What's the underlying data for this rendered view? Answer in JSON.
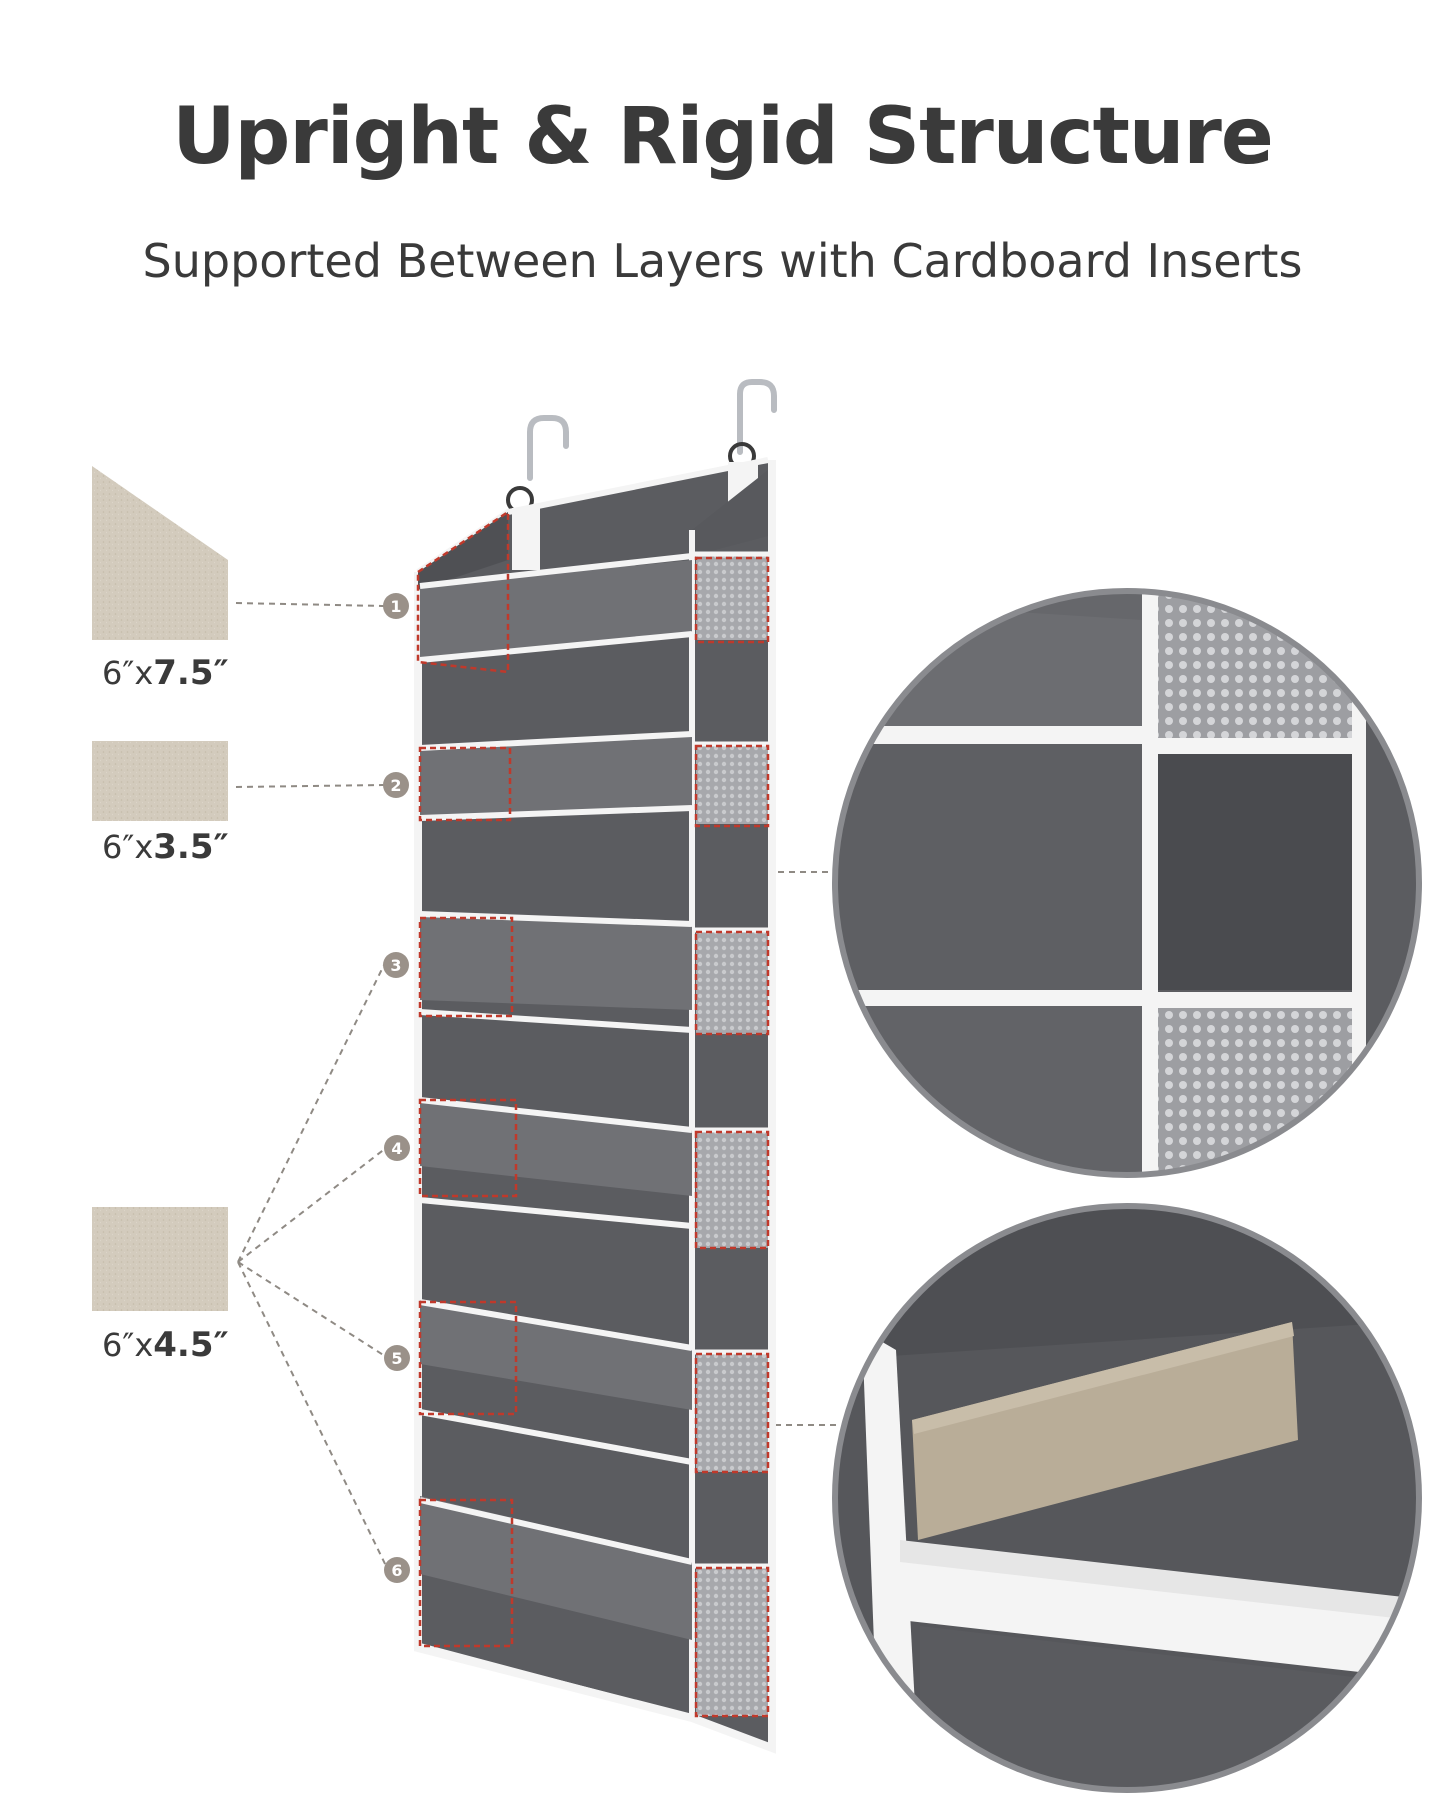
{
  "title": "Upright & Rigid Structure",
  "subtitle": "Supported Between Layers with Cardboard Inserts",
  "inserts": [
    {
      "width": "6″",
      "x": "x",
      "height": "7.5″",
      "shape": "trapezoid"
    },
    {
      "width": "6″",
      "x": "x",
      "height": "3.5″",
      "shape": "short-rect"
    },
    {
      "width": "6″",
      "x": "x",
      "height": "4.5″",
      "shape": "rect"
    }
  ],
  "markers": [
    "1",
    "2",
    "3",
    "4",
    "5",
    "6"
  ],
  "colors": {
    "text": "#3a3a3a",
    "fabric": "#5b5c60",
    "fabric_dark": "#4a4b4f",
    "trim": "#f4f4f4",
    "cardboard": "#cfc6b8",
    "cardboard_dark": "#b0a48f",
    "marker": "#9a9189",
    "dashed_red": "#c0392b",
    "leader": "#8f8a84"
  }
}
